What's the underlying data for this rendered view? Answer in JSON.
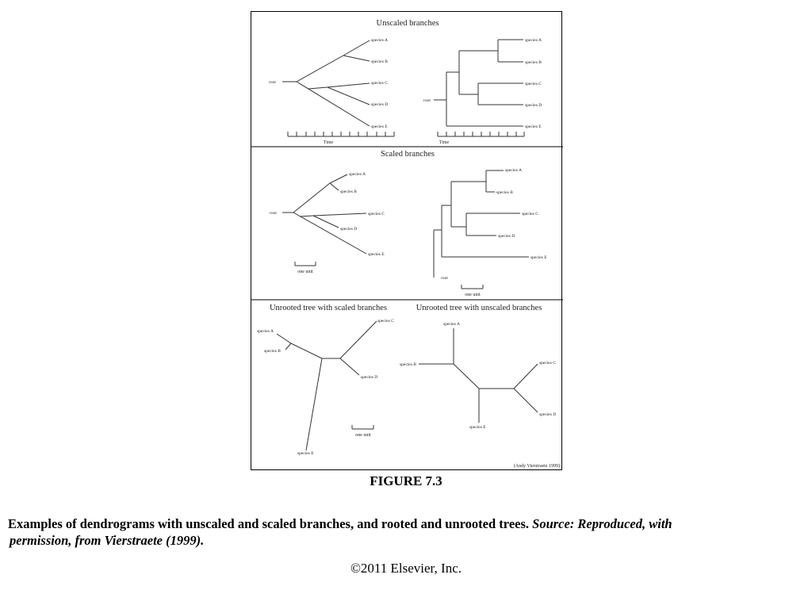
{
  "panels": {
    "unscaled": {
      "title": "Unscaled branches",
      "time_label_left": "Time",
      "time_label_right": "Time"
    },
    "scaled": {
      "title": "Scaled branches",
      "unit_left": "one unit",
      "unit_right": "one unit"
    },
    "unrooted_scaled": {
      "title": "Unrooted tree with scaled branches",
      "unit": "one unit"
    },
    "unrooted_unscaled": {
      "title": "Unrooted tree with unscaled branches"
    },
    "credit": "(Andy Vierstraete 1999)"
  },
  "labels": {
    "root": "root",
    "species_a": "species A",
    "species_b": "species B",
    "species_c": "species C",
    "species_d": "species D",
    "species_e": "species E"
  },
  "figure_number": "FIGURE 7.3",
  "caption": {
    "main": "Examples of dendrograms with unscaled and scaled branches, and rooted and unrooted trees.",
    "source_part1": "Source: Reproduced, with",
    "source_part2": "permission, from Vierstraete (1999)."
  },
  "copyright": "©2011 Elsevier, Inc."
}
